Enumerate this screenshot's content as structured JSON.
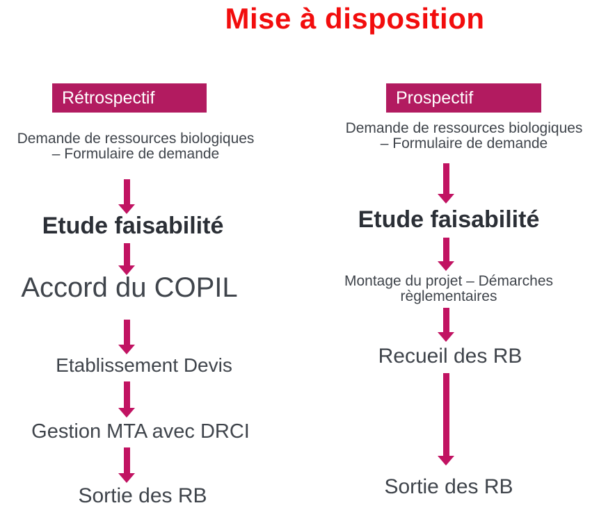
{
  "title": "Mise à disposition",
  "colors": {
    "title": "#f20d0d",
    "header_bg": "#b21b60",
    "header_text": "#ffffff",
    "arrow": "#c11362",
    "text": "#3f444b",
    "text_strong": "#2b2f36"
  },
  "columns": [
    {
      "header": "Rétrospectif",
      "steps": [
        {
          "text": "Demande de ressources biologiques\n– Formulaire de demande"
        },
        {
          "text": "Etude faisabilité"
        },
        {
          "text": "Accord du COPIL"
        },
        {
          "text": "Etablissement Devis"
        },
        {
          "text": "Gestion MTA avec DRCI"
        },
        {
          "text": "Sortie des RB"
        }
      ]
    },
    {
      "header": "Prospectif",
      "steps": [
        {
          "text": "Demande de ressources biologiques\n– Formulaire de demande"
        },
        {
          "text": "Etude faisabilité"
        },
        {
          "text": "Montage du projet – Démarches\nrèglementaires"
        },
        {
          "text": "Recueil des RB"
        },
        {
          "text": "Sortie des RB"
        }
      ]
    }
  ]
}
